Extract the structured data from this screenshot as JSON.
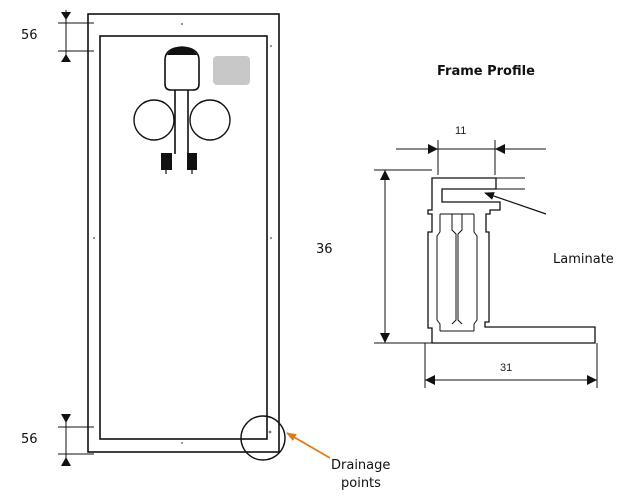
{
  "panel": {
    "dim_top": "56",
    "dim_bottom": "56",
    "drainage_label_line1": "Drainage",
    "drainage_label_line2": "points"
  },
  "profile": {
    "title": "Frame Profile",
    "dim_width_top": "11",
    "dim_height": "36",
    "dim_width_bottom": "31",
    "laminate_label": "Laminate"
  },
  "colors": {
    "line": "#111111",
    "jbox_gray": "#c8c8c8",
    "arrow_orange": "#e07a1a"
  }
}
